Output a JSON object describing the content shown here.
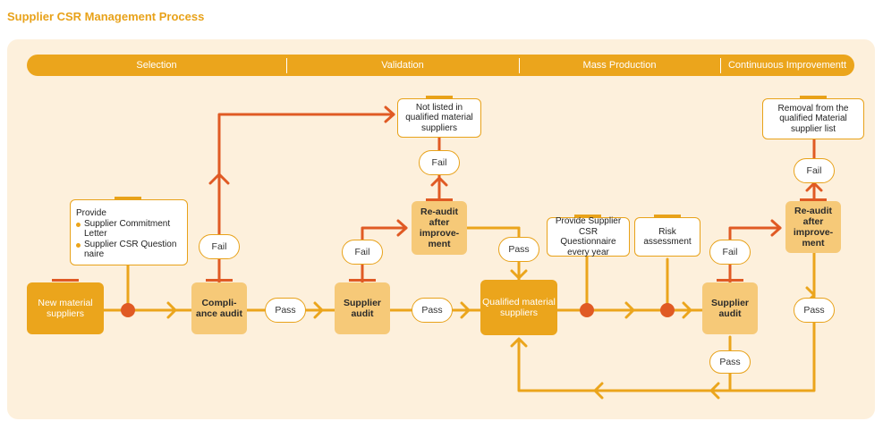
{
  "title": "Supplier CSR Management Process",
  "stages": [
    "Selection",
    "Validation",
    "Mass Production",
    "Continuuous Improvementt"
  ],
  "nodes": {
    "new_material": "New material suppliers",
    "compliance_audit": "Compli-\nance audit",
    "supplier_audit_1": "Supplier audit",
    "qualified": "Qualified material suppliers",
    "supplier_audit_2": "Supplier audit",
    "reaudit_1": "Re-audit after improve-ment",
    "reaudit_2": "Re-audit after improve-ment"
  },
  "labels": {
    "fail": "Fail",
    "pass": "Pass"
  },
  "notes": {
    "provide_header": "Provide",
    "provide_items": [
      "Supplier Commitment Letter",
      "Supplier CSR Question naire"
    ],
    "not_listed": "Not listed in qualified material suppliers",
    "provide_questionnaire": "Provide Supplier CSR Questionnaire every year",
    "risk": "Risk assessment",
    "removal": "Removal from the qualified Material supplier list"
  },
  "colors": {
    "accent": "#eba51c",
    "light": "#f6c978",
    "red": "#e05a24",
    "panel": "#fdf0dc"
  }
}
